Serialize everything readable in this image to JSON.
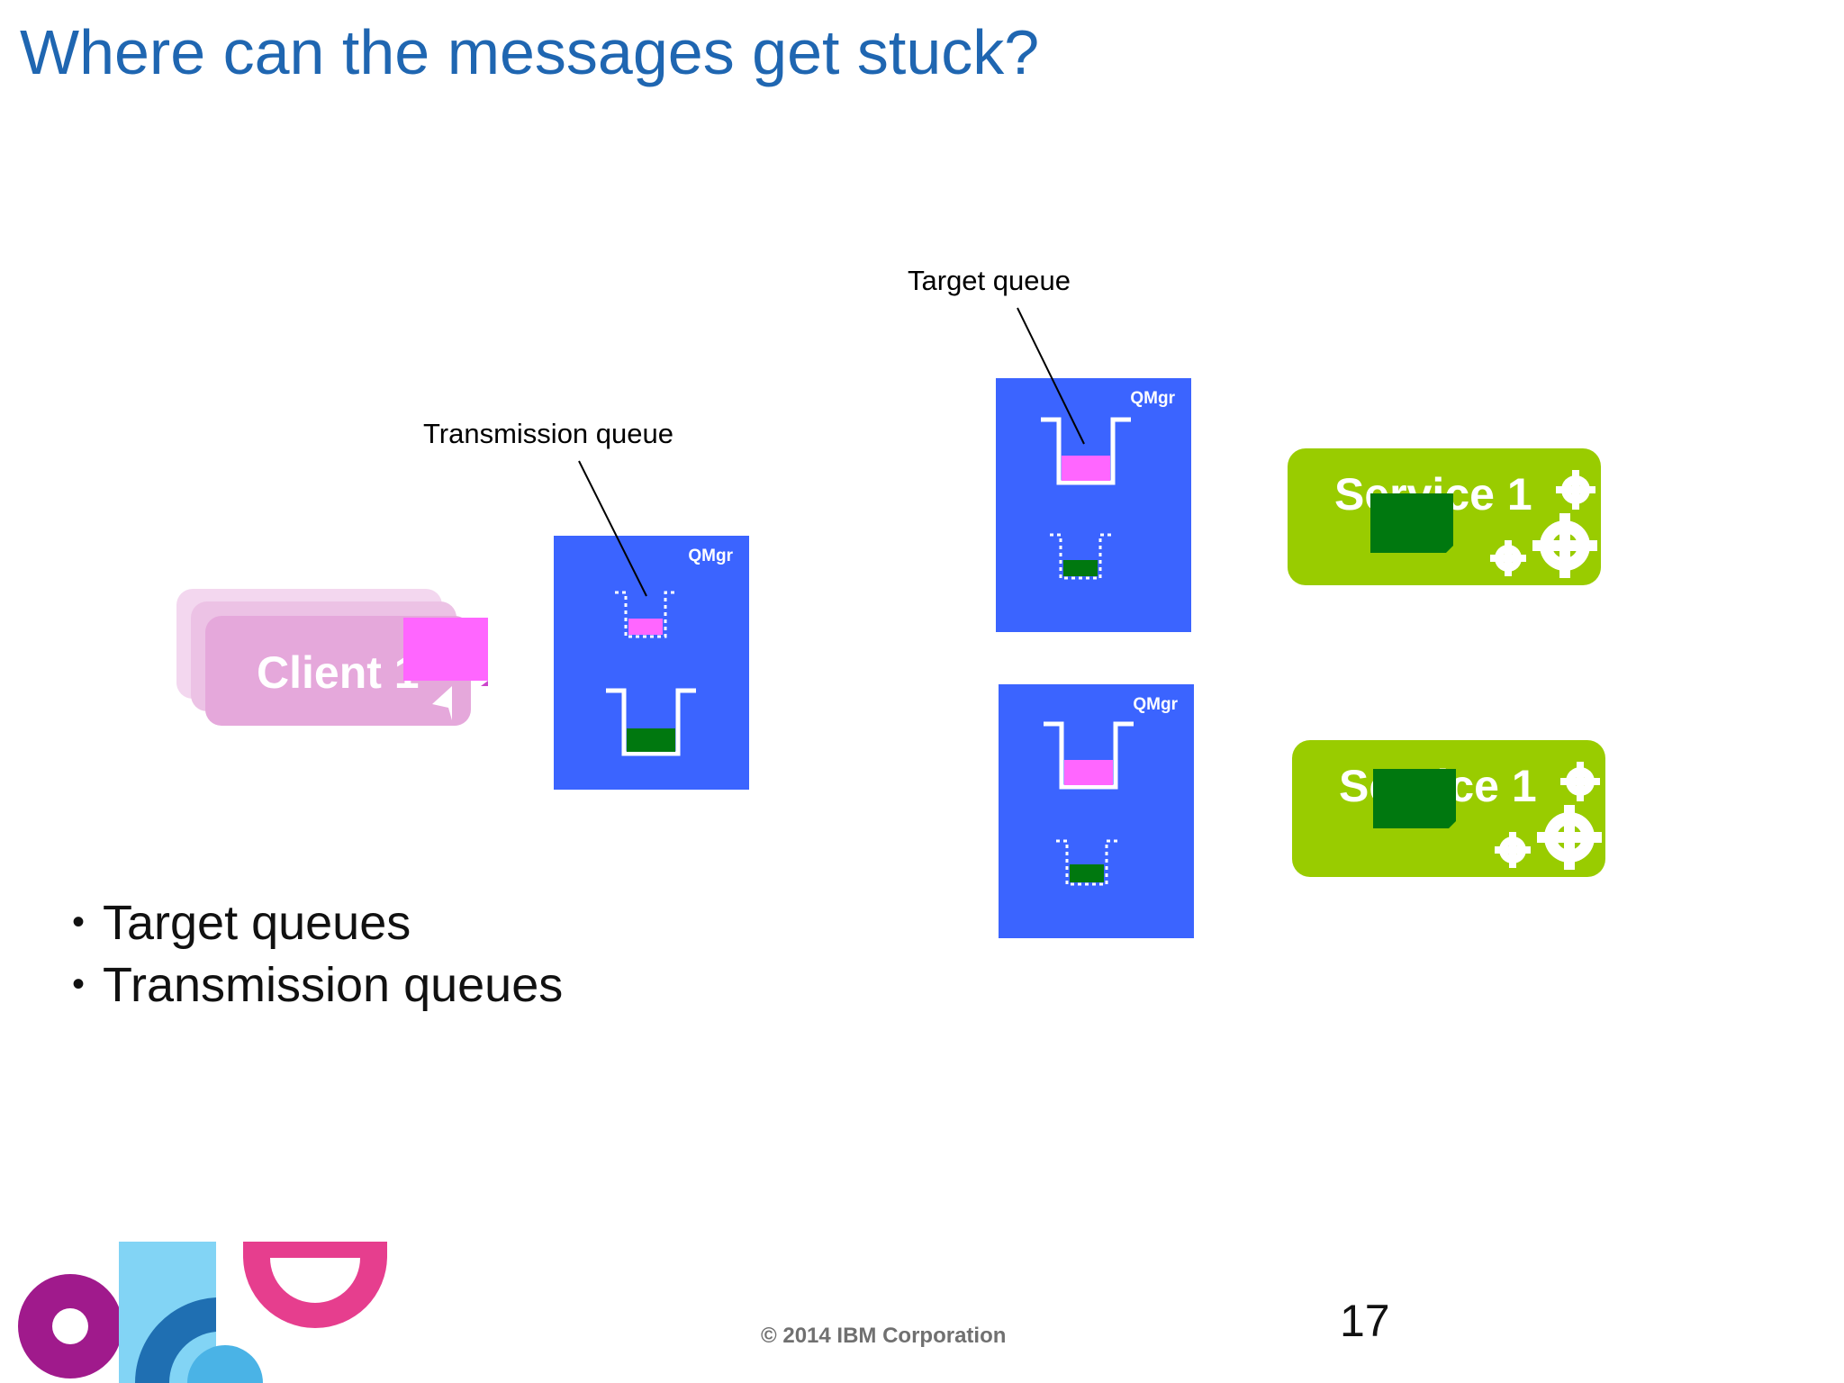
{
  "slide": {
    "title": "Where can the messages get stuck?",
    "page_number": "17",
    "copyright": "© 2014 IBM Corporation"
  },
  "callouts": {
    "transmission_queue": "Transmission queue",
    "target_queue": "Target queue"
  },
  "queue_managers": [
    {
      "label": "QMgr",
      "role": "client-side"
    },
    {
      "label": "QMgr",
      "role": "service-side-top"
    },
    {
      "label": "QMgr",
      "role": "service-side-bottom"
    }
  ],
  "client": {
    "label": "Client 1"
  },
  "services": [
    {
      "label": "Service 1"
    },
    {
      "label": "Service 1"
    }
  ],
  "bullets": [
    "Target queues",
    "Transmission queues"
  ],
  "colors": {
    "title": "#1f66b1",
    "qmgr": "#3b64ff",
    "request_message": "#ff66ff",
    "reply_message": "#00780f",
    "service": "#99cc00",
    "client": "#e5a8db"
  }
}
